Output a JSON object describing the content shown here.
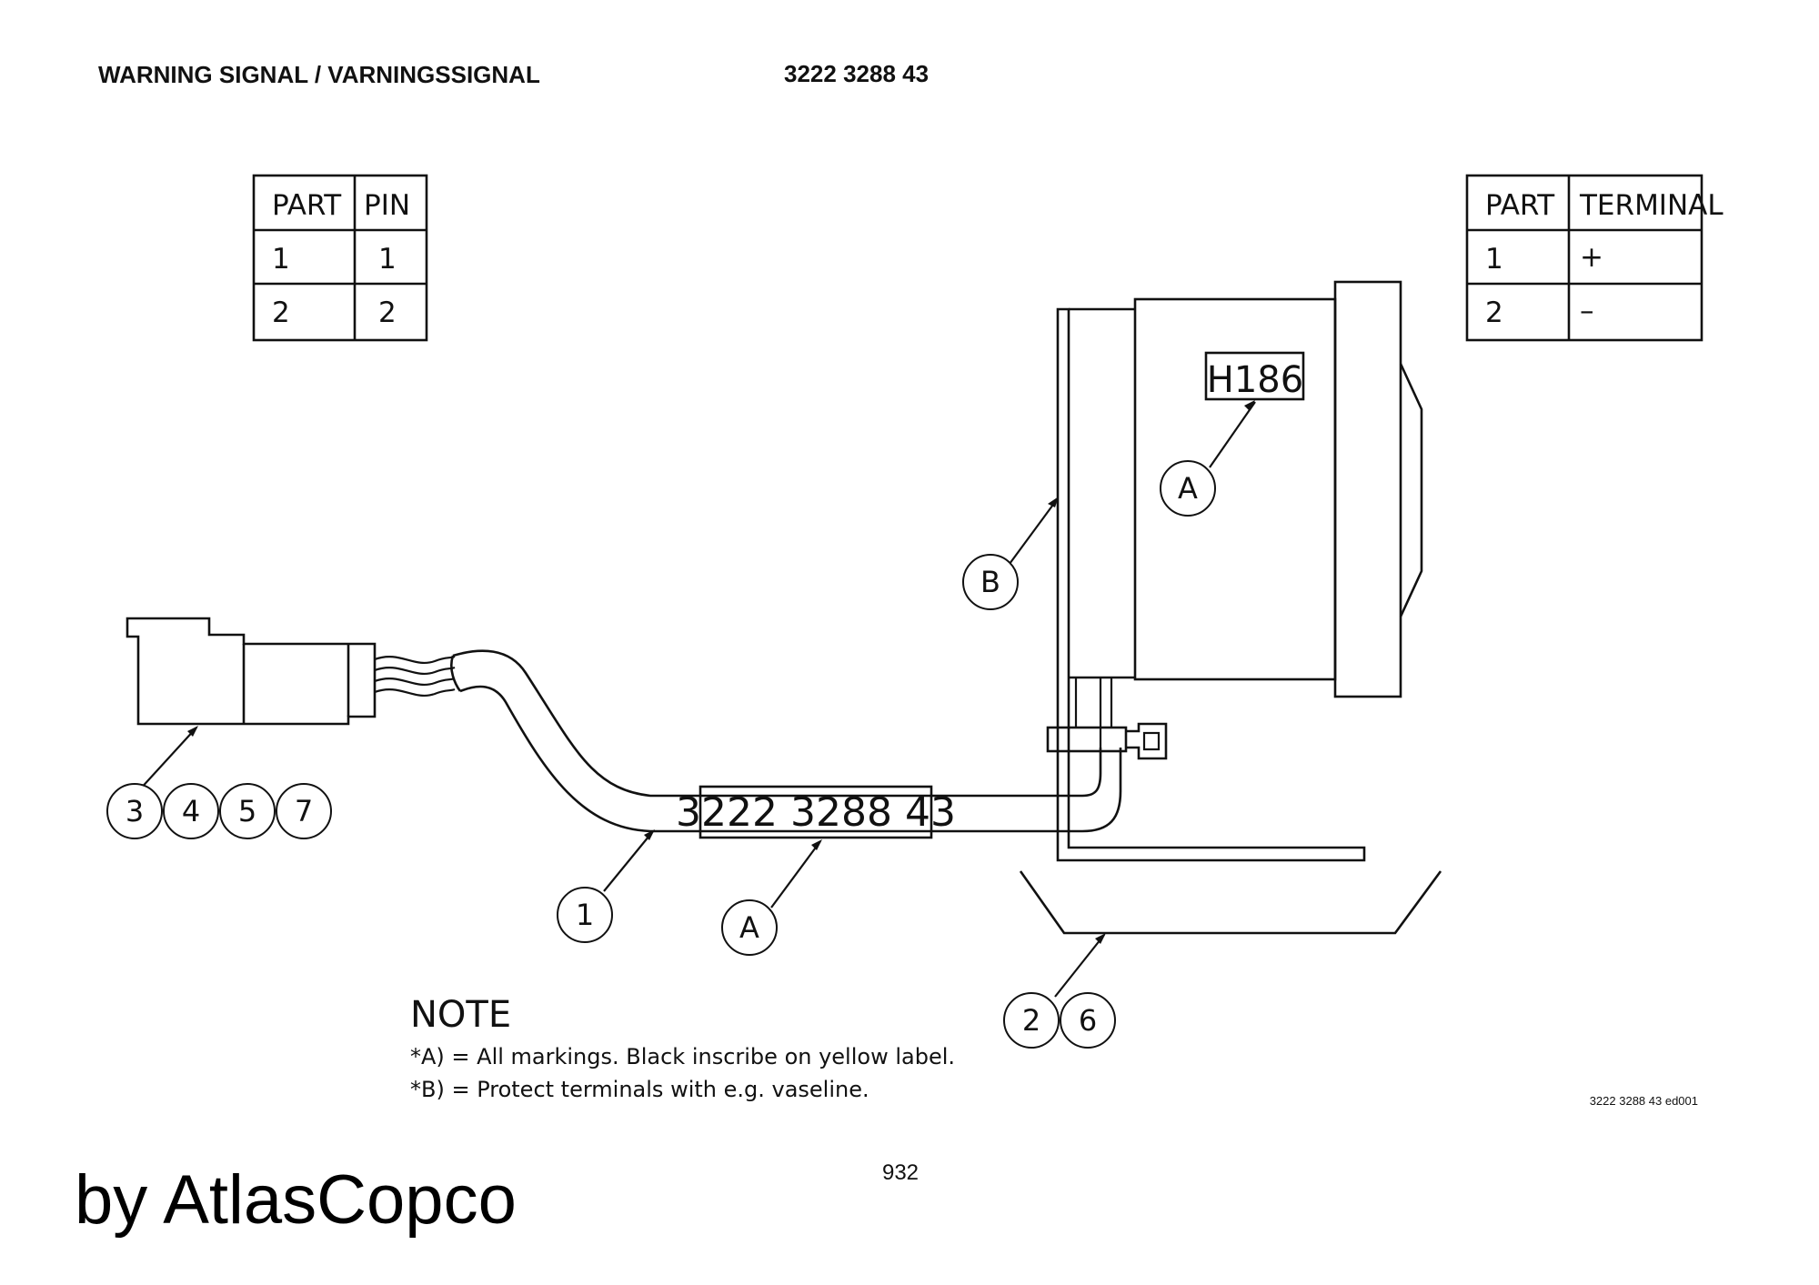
{
  "header": {
    "title": "WARNING SIGNAL / VARNINGSSIGNAL",
    "part_number": "3222 3288 43"
  },
  "pin_table": {
    "headers": [
      "PART",
      "PIN"
    ],
    "rows": [
      [
        "1",
        "1"
      ],
      [
        "2",
        "2"
      ]
    ]
  },
  "terminal_table": {
    "headers": [
      "PART",
      "TERMINAL"
    ],
    "rows": [
      [
        "1",
        "+"
      ],
      [
        "2",
        "–"
      ]
    ]
  },
  "labels": {
    "component": "H186",
    "cable_marking": "3222 3288 43"
  },
  "callouts": {
    "lamp_marking": "A",
    "protect": "B",
    "connector": [
      "3",
      "4",
      "5",
      "7"
    ],
    "cable": "1",
    "cable_marking": "A",
    "bracket": [
      "2",
      "6"
    ]
  },
  "note": {
    "heading": "NOTE",
    "lines": [
      "*A) = All markings. Black inscribe on yellow label.",
      "*B) = Protect terminals with e.g. vaseline."
    ]
  },
  "footer": {
    "drawing_ref": "3222 3288 43 ed001",
    "page_number": "932",
    "brand": "by AtlasCopco"
  }
}
